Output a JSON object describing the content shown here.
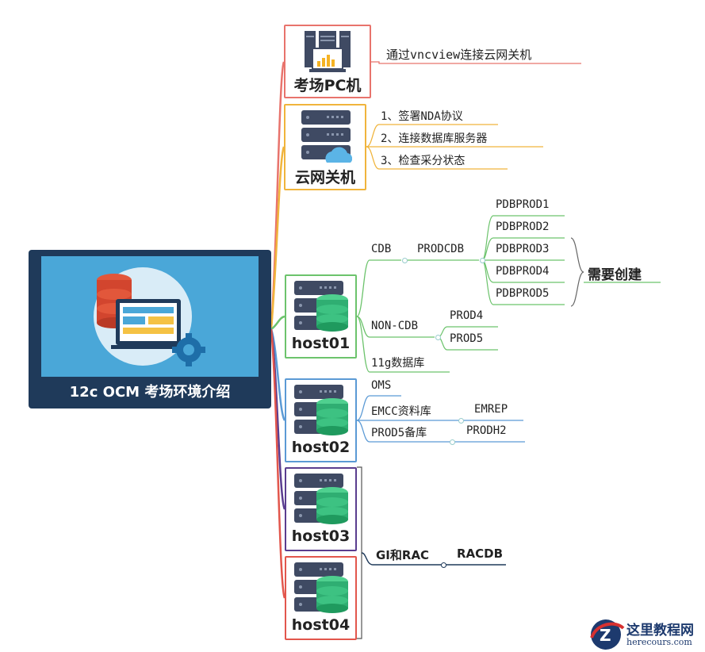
{
  "root": {
    "title": "12c OCM 考场环境介绍"
  },
  "nodes": {
    "pc": {
      "label": "考场PC机",
      "border_color": "#e8736c"
    },
    "cloud": {
      "label": "云网关机",
      "border_color": "#f0b43c"
    },
    "host01": {
      "label": "host01",
      "border_color": "#6cc36c"
    },
    "host02": {
      "label": "host02",
      "border_color": "#5b9ad5"
    },
    "host03": {
      "label": "host03",
      "border_color": "#5a3d8f"
    },
    "host04": {
      "label": "host04",
      "border_color": "#e2564c"
    }
  },
  "pc_items": [
    "通过vncview连接云网关机"
  ],
  "cloud_items": [
    "1、签署NDA协议",
    "2、连接数据库服务器",
    "3、检查采分状态"
  ],
  "host01": {
    "cdb": "CDB",
    "prodcdb": "PRODCDB",
    "pdbs": [
      "PDBPROD1",
      "PDBPROD2",
      "PDBPROD3",
      "PDBPROD4",
      "PDBPROD5"
    ],
    "need_create": "需要创建",
    "noncdb": "NON-CDB",
    "prods": [
      "PROD4",
      "PROD5"
    ],
    "db11g": "11g数据库"
  },
  "host02": {
    "oms": "OMS",
    "emcc": "EMCC资料库",
    "emrep": "EMREP",
    "prod5_standby": "PROD5备库",
    "prodh2": "PRODH2"
  },
  "host34": {
    "gi_rac": "GI和RAC",
    "racdb": "RACDB"
  },
  "watermark": {
    "title": "这里教程网",
    "url": "herecours.com"
  },
  "colors": {
    "root_bg": "#1f3a5a",
    "root_img_bg": "#4aa7d8",
    "server_dark": "#3f4a63",
    "disk_green": "#2fae72"
  }
}
